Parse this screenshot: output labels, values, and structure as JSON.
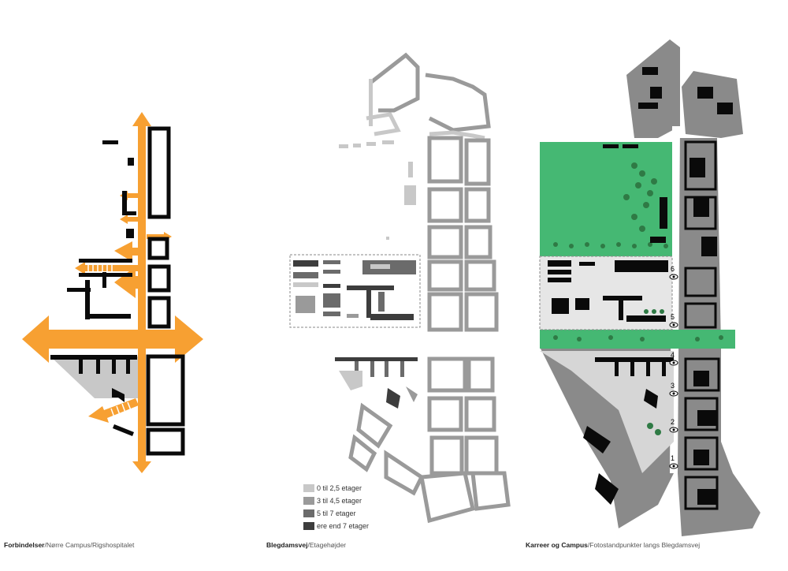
{
  "colors": {
    "orange": "#f7a032",
    "park_green": "#45b873",
    "tree_green": "#2f7a45",
    "block_gray": "#8a8a8a",
    "building_black": "#0a0a0a",
    "height_0_2_5": "#c8c8c8",
    "height_3_4_5": "#9a9a9a",
    "height_5_7": "#6b6b6b",
    "height_7_plus": "#3d3d3d"
  },
  "panels": [
    {
      "title": "Forbindelser",
      "subtitle": "Nørre Campus/Rigshospitalet"
    },
    {
      "title": "Blegdamsvej",
      "subtitle": "Etagehøjder",
      "legend": [
        {
          "label": "0 til 2,5 etager",
          "color": "#c8c8c8"
        },
        {
          "label": "3 til 4,5 etager",
          "color": "#9a9a9a"
        },
        {
          "label": "5 til 7 etager",
          "color": "#6b6b6b"
        },
        {
          "label": "ere end 7 etager",
          "color": "#3d3d3d"
        }
      ]
    },
    {
      "title": "Karreer og Campus",
      "subtitle": "Fotostandpunkter langs Blegdamsvej",
      "viewpoints": [
        "6",
        "5",
        "4",
        "3",
        "2",
        "1"
      ],
      "icon": "eye-icon"
    }
  ]
}
